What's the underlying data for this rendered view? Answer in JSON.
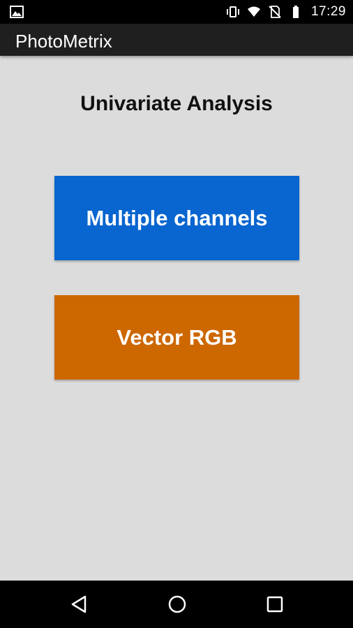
{
  "status_bar": {
    "time": "17:29",
    "icons": [
      "image-notification-icon",
      "vibrate-icon",
      "wifi-icon",
      "no-sim-icon",
      "battery-icon"
    ]
  },
  "app_bar": {
    "title": "PhotoMetrix"
  },
  "main": {
    "title": "Univariate Analysis",
    "buttons": [
      {
        "label": "Multiple channels",
        "color": "#0965cf"
      },
      {
        "label": "Vector RGB",
        "color": "#cd6700"
      }
    ]
  },
  "nav_bar": {
    "icons": [
      "back-icon",
      "home-icon",
      "recent-apps-icon"
    ]
  }
}
